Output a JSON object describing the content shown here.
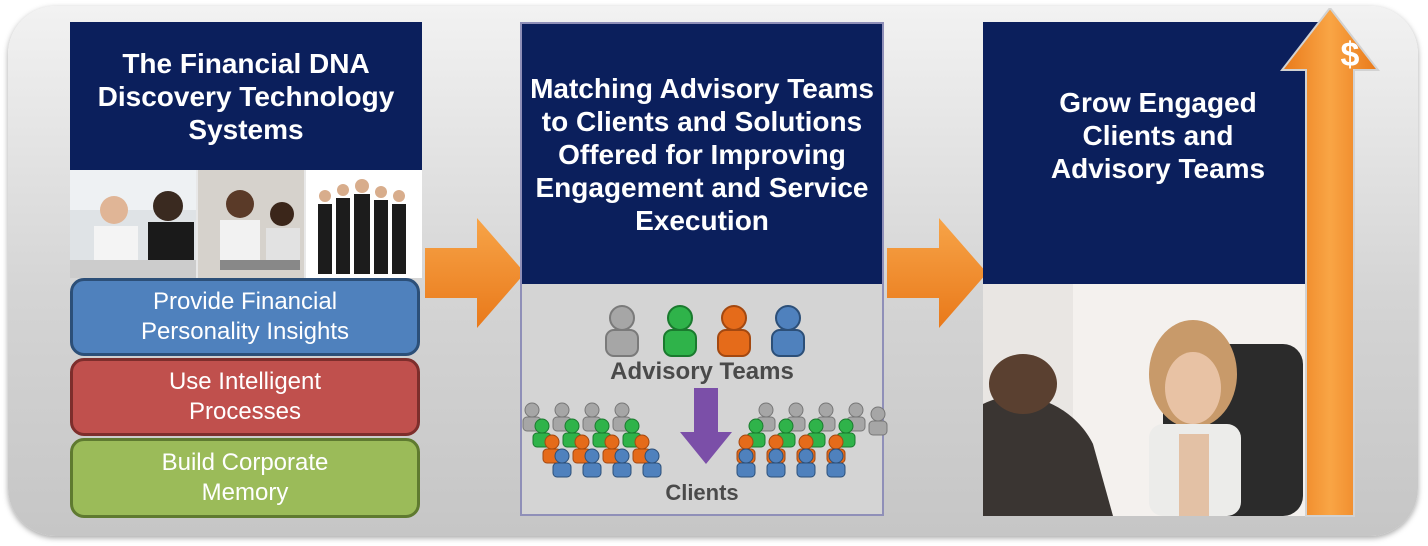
{
  "panel1": {
    "title": "The Financial DNA Discovery Technology Systems",
    "pills": [
      {
        "label": "Provide Financial Personality Insights"
      },
      {
        "label": "Use Intelligent Processes"
      },
      {
        "label": "Build Corporate Memory"
      }
    ]
  },
  "panel2": {
    "title": "Matching Advisory Teams to Clients and Solutions Offered for Improving Engagement and Service Execution",
    "advisory_label": "Advisory Teams",
    "clients_label": "Clients"
  },
  "panel3": {
    "title": "Grow Engaged Clients and Advisory Teams",
    "growth_symbol": "$"
  },
  "colors": {
    "navy": "#0b1f5c",
    "orange": "#f28c28",
    "blue": "#4f81bd",
    "red": "#c0504d",
    "green": "#9bbb59",
    "purple": "#7b4fa8",
    "gray": "#a6a6a6",
    "team_green": "#2fb34a"
  }
}
